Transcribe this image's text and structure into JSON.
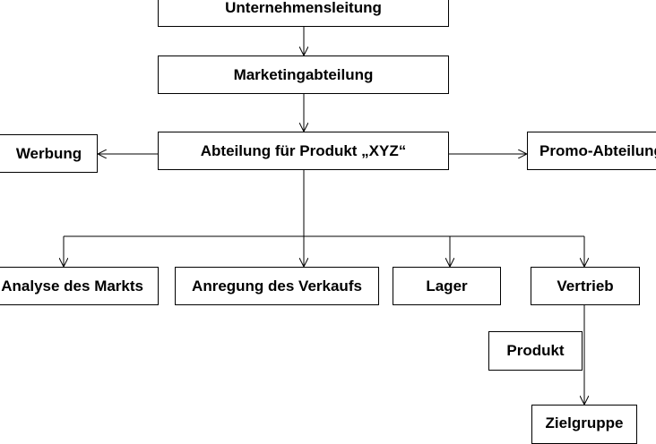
{
  "nodes": {
    "unternehmensleitung": "Unternehmensleitung",
    "marketingabteilung": "Marketingabteilung",
    "abteilung_produkt": "Abteilung für Produkt „XYZ“",
    "werbung": "Werbung",
    "promo_abteilung": "Promo-Abteilung",
    "analyse": "Analyse des Markts",
    "anregung": "Anregung des Verkaufs",
    "lager": "Lager",
    "vertrieb": "Vertrieb",
    "produkt": "Produkt",
    "zielgruppe": "Zielgruppe"
  },
  "edges": [
    {
      "from": "Unternehmensleitung",
      "to": "Marketingabteilung"
    },
    {
      "from": "Marketingabteilung",
      "to": "Abteilung für Produkt „XYZ“"
    },
    {
      "from": "Abteilung für Produkt „XYZ“",
      "to": "Werbung"
    },
    {
      "from": "Abteilung für Produkt „XYZ“",
      "to": "Promo-Abteilung"
    },
    {
      "from": "Abteilung für Produkt „XYZ“",
      "to": "Analyse des Markts"
    },
    {
      "from": "Abteilung für Produkt „XYZ“",
      "to": "Anregung des Verkaufs"
    },
    {
      "from": "Abteilung für Produkt „XYZ“",
      "to": "Lager"
    },
    {
      "from": "Abteilung für Produkt „XYZ“",
      "to": "Vertrieb"
    },
    {
      "from": "Vertrieb",
      "to": "Zielgruppe"
    }
  ],
  "colors": {
    "line": "#000000",
    "box_border": "#000000",
    "background": "#ffffff"
  }
}
